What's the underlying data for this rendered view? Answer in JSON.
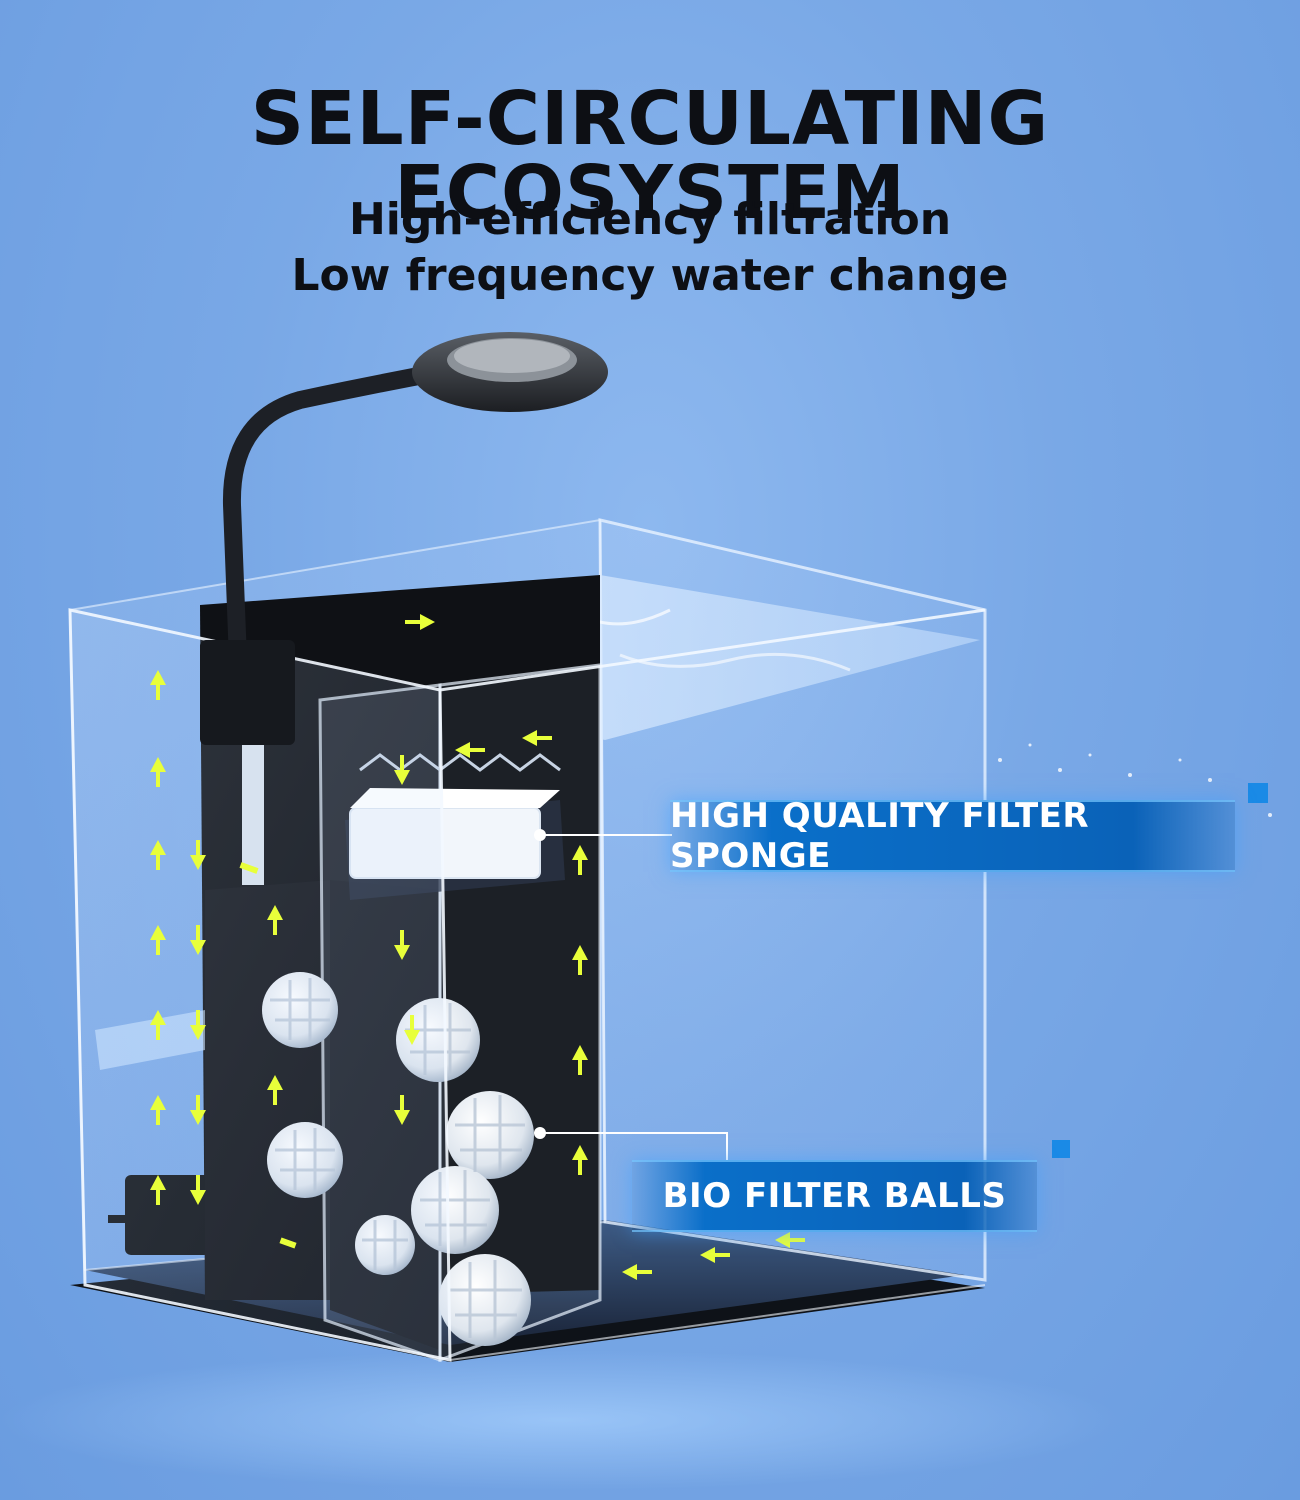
{
  "header": {
    "title": "SELF-CIRCULATING ECOSYSTEM",
    "subtitle_line1": "High-efficiency filtration",
    "subtitle_line2": "Low frequency water change"
  },
  "callouts": {
    "sponge": "HIGH QUALITY FILTER SPONGE",
    "balls": "BIO FILTER BALLS"
  },
  "colors": {
    "background": "#79a8e6",
    "arrow": "#e8ff3a",
    "callout_bg": "#0a6fc9",
    "headline": "#0d0f14"
  },
  "icons": {
    "flow_arrow": "arrow-icon",
    "lamp": "led-lamp-icon"
  }
}
